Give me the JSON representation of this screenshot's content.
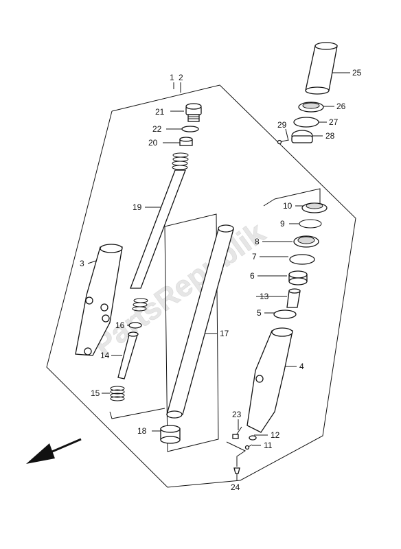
{
  "watermark": "PartsRepublik",
  "callouts": {
    "c1": "1",
    "c2": "2",
    "c3": "3",
    "c4": "4",
    "c5": "5",
    "c6": "6",
    "c7": "7",
    "c8": "8",
    "c9": "9",
    "c10": "10",
    "c11": "11",
    "c12": "12",
    "c13": "13",
    "c14": "14",
    "c15": "15",
    "c16": "16",
    "c17": "17",
    "c18": "18",
    "c19": "19",
    "c20": "20",
    "c21": "21",
    "c22": "22",
    "c23": "23",
    "c24": "24",
    "c25": "25",
    "c26": "26",
    "c27": "27",
    "c28": "28",
    "c29": "29"
  },
  "icons": {
    "front_direction": "front-arrow-icon"
  },
  "colors": {
    "line": "#111111",
    "watermark": "#e0e0e0",
    "background": "#ffffff"
  }
}
